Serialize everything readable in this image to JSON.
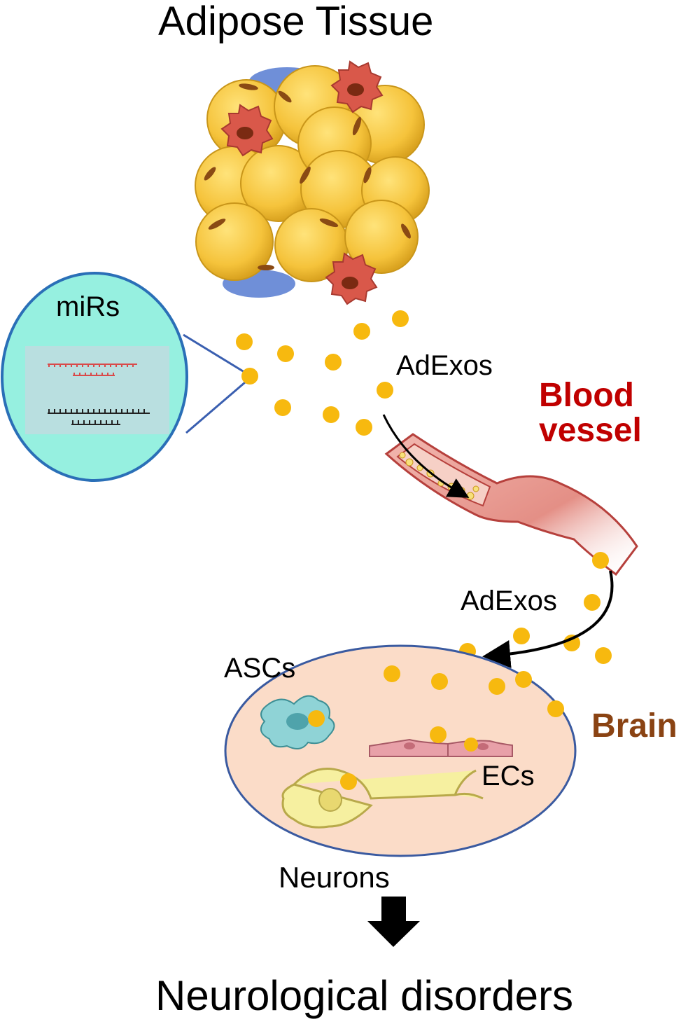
{
  "labels": {
    "adipose_tissue": "Adipose Tissue",
    "mirs": "miRs",
    "adexos_release": "AdExos",
    "blood_vessel_line1": "Blood",
    "blood_vessel_line2": "vessel",
    "adexos_circulation": "AdExos",
    "ascs": "ASCs",
    "brain": "Brain",
    "ecs": "ECs",
    "neurons": "Neurons",
    "outcome": "Neurological disorders"
  },
  "colors": {
    "adipocyte": "#f5c33b",
    "adipocyte_edge": "#c9961a",
    "macrophage": "#d9584a",
    "vesicle": "#f7b90f",
    "mirs_fill": "#96f0e0",
    "mirs_edge": "#2a6fb7",
    "vessel": "#e79a93",
    "vessel_edge": "#b6403c",
    "blood_label": "#c00000",
    "brain_fill": "#fbdcc8",
    "brain_edge": "#3a5aa0",
    "brain_label": "#8a4313"
  }
}
